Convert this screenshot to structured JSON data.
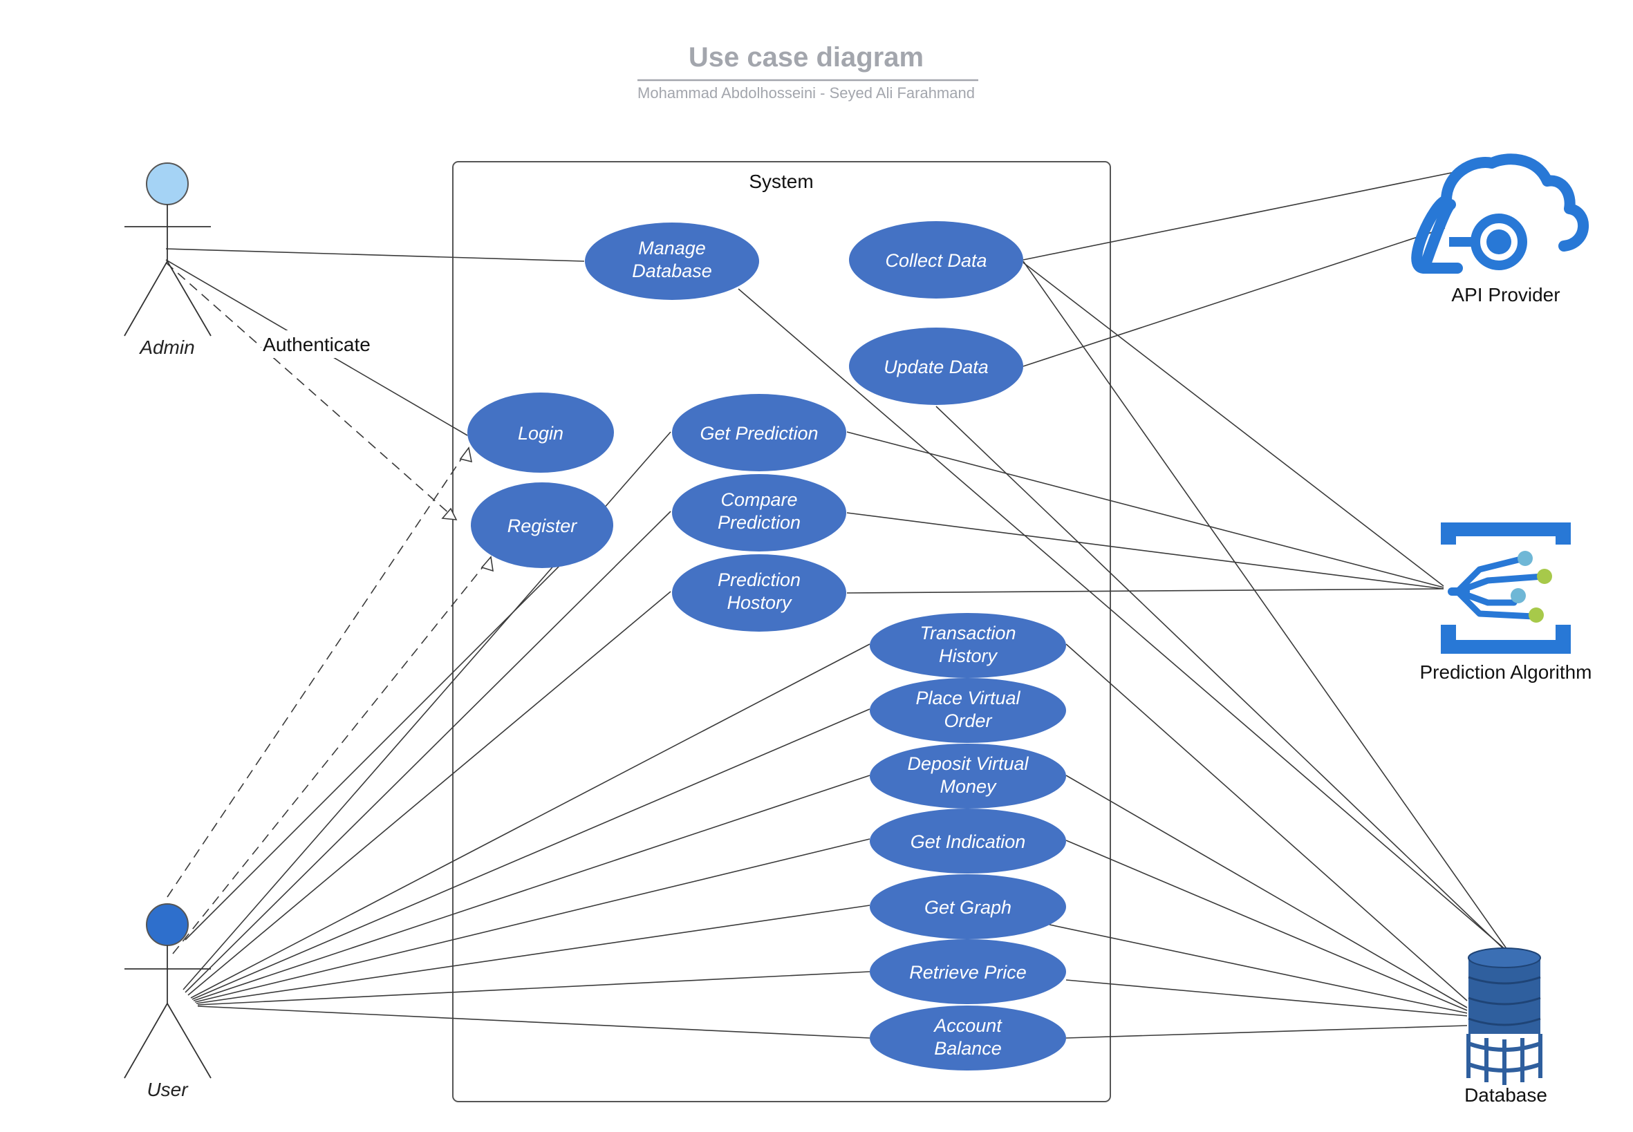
{
  "header": {
    "title": "Use case diagram",
    "subtitle": "Mohammad Abdolhosseini - Seyed Ali Farahmand"
  },
  "system": {
    "label": "System"
  },
  "actors": {
    "admin": "Admin",
    "user": "User",
    "api_provider": "API Provider",
    "prediction_algorithm": "Prediction Algorithm",
    "database": "Database"
  },
  "edge_labels": {
    "authenticate": "Authenticate"
  },
  "use_cases": {
    "manage_database": [
      "Manage",
      "Database"
    ],
    "collect_data": [
      "Collect Data"
    ],
    "update_data": [
      "Update Data"
    ],
    "login": [
      "Login"
    ],
    "register": [
      "Register"
    ],
    "get_prediction": [
      "Get Prediction"
    ],
    "compare_prediction": [
      "Compare",
      "Prediction"
    ],
    "prediction_history": [
      "Prediction",
      "Hostory"
    ],
    "transaction_history": [
      "Transaction",
      "History"
    ],
    "place_virtual_order": [
      "Place Virtual",
      "Order"
    ],
    "deposit_virtual_money": [
      "Deposit Virtual",
      "Money"
    ],
    "get_indication": [
      "Get Indication"
    ],
    "get_graph": [
      "Get Graph"
    ],
    "retrieve_price": [
      "Retrieve Price"
    ],
    "account_balance": [
      "Account",
      "Balance"
    ]
  },
  "colors": {
    "use_case_fill": "#4472c4",
    "admin_head": "#a5d3f5",
    "user_head": "#2e6fcc",
    "icon_blue": "#2878d6",
    "icon_teal": "#6fb7d6",
    "icon_green": "#a7c94a",
    "db_blue": "#2f5f9e",
    "line": "#3a3a3a",
    "title_gray": "#a3a6ad"
  }
}
